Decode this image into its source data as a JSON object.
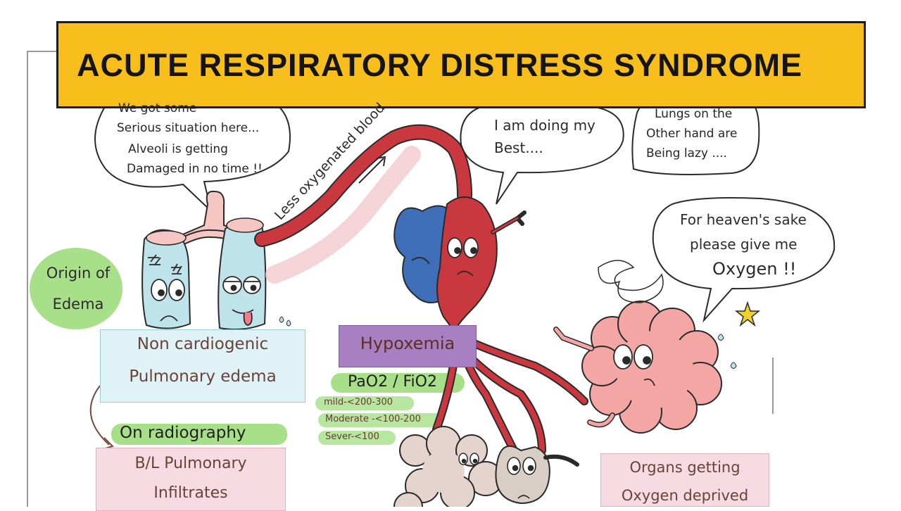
{
  "title": "ACUTE RESPIRATORY DISTRESS SYNDROME",
  "bubbles": {
    "lungs": [
      "We got some",
      "Serious situation here...",
      "Alveoli is getting",
      "Damaged in no time !!"
    ],
    "heart": [
      "I am doing my",
      "Best...."
    ],
    "side_note": [
      "Lungs on the",
      "Other hand are",
      "Being lazy ...."
    ],
    "brain": [
      "For heaven's sake",
      "please give me",
      "Oxygen !!"
    ]
  },
  "labels": {
    "origin": [
      "Origin of",
      "Edema"
    ],
    "non_cardiogenic": [
      "Non cardiogenic",
      "Pulmonary edema"
    ],
    "radiography": "On radiography",
    "infiltrates": [
      "B/L Pulmonary",
      "Infiltrates"
    ],
    "vessel": "Less oxygenated blood",
    "hypoxemia": "Hypoxemia",
    "ratio": "PaO2 / FiO2",
    "severity": [
      "mild-<200-300",
      "Moderate -<100-200",
      "Sever-<100"
    ],
    "organs": [
      "Organs getting",
      "Oxygen deprived"
    ]
  },
  "colors": {
    "banner": "#f8bf1c",
    "lung": "#bfe3ea",
    "heart_red": "#c8383e",
    "heart_blue": "#3e6fb8",
    "brain": "#f3a6a4",
    "highlight_green": "#a8e08a",
    "hypoxemia_purple": "#a77fc2",
    "box_blue": "#dff3f6",
    "box_pink": "#f6dbe3"
  },
  "icons": [
    "lungs-character",
    "heart-character",
    "brain-character",
    "kidney-character",
    "intestine-character",
    "star-icon",
    "scribble-icon"
  ]
}
